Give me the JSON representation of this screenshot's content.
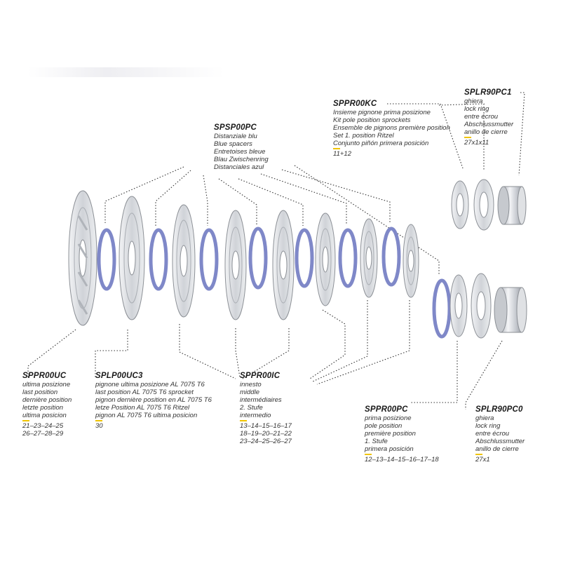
{
  "parts": [
    {
      "id": "sppr00uc",
      "code": "SPPR00UC",
      "desc": [
        "ultima posizione",
        "last position",
        "dernière position",
        "letzte position",
        "ultima posicion"
      ],
      "values": [
        "21–23–24–25",
        "26–27–28–29"
      ]
    },
    {
      "id": "splp00uc3",
      "code": "SPLP00UC3",
      "desc": [
        "pignone ultima posizione  AL 7075 T6",
        "last position AL 7075 T6 sprocket",
        "pignon dernière position en AL 7075 T6",
        "letze Position AL 7075 T6 Ritzel",
        "pignon AL 7075 T6 ultima posicion"
      ],
      "values": [
        "30"
      ]
    },
    {
      "id": "sppr00ic",
      "code": "SPPR00IC",
      "desc": [
        "innesto",
        "middle",
        "intermédiaires",
        "2. Stufe",
        "intermedio"
      ],
      "values": [
        "13–14–15–16–17",
        "18–19–20–21–22",
        "23–24–25–26–27"
      ]
    },
    {
      "id": "spsp00pc",
      "code": "SPSP00PC",
      "desc": [
        "Distanziale blu",
        "Blue spacers",
        "Entretoises bleue",
        "Blau Zwischenring",
        "Distanciales azul"
      ],
      "values": []
    },
    {
      "id": "sppr00kc",
      "code": "SPPR00KC",
      "desc": [
        "Insieme pignone prima posizione",
        "Kit pole position sprockets",
        "Ensemble de pignons première position",
        "Set 1. position Ritzel",
        "Conjunto piñón primera posición"
      ],
      "values": [
        "11+12"
      ]
    },
    {
      "id": "splr90pc1",
      "code": "SPLR90PC1",
      "desc": [
        "ghiera",
        "lock ring",
        "entre écrou",
        "Abschlussmutter",
        "anillo de cierre"
      ],
      "values": [
        "27x1x11"
      ]
    },
    {
      "id": "sppr00pc",
      "code": "SPPR00PC",
      "desc": [
        "prima posizione",
        "pole position",
        "première position",
        "1. Stufe",
        "primera posición"
      ],
      "values": [
        "12–13–14–15–16–17–18"
      ]
    },
    {
      "id": "splr90pc0",
      "code": "SPLR90PC0",
      "desc": [
        "ghiera",
        "lock ring",
        "entre écrou",
        "Abschlussmutter",
        "anillo de cierre"
      ],
      "values": [
        "27x1"
      ]
    }
  ],
  "colors": {
    "spacer": "#7f88c8",
    "spacer_dark": "#5a62a8",
    "metal": "#d4d6da",
    "metal_dark": "#8c9096",
    "leader": "#333333",
    "accent": "#f0c400"
  }
}
